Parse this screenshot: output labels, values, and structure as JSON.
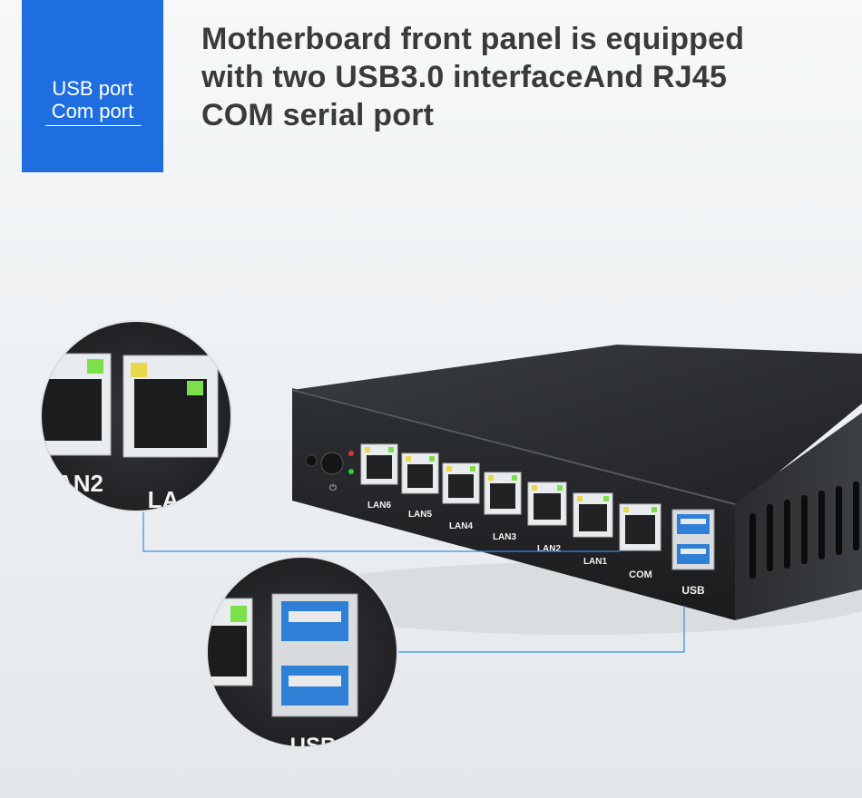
{
  "badge": {
    "line1": "USB port",
    "line2": "Com port",
    "color": "#1f6ee0"
  },
  "headline": {
    "line1": "Motherboard front panel is equipped",
    "line2": "with two USB3.0 interfaceAnd RJ45",
    "line3": "COM serial port"
  },
  "device": {
    "ports": [
      "LAN6",
      "LAN5",
      "LAN4",
      "LAN3",
      "LAN2",
      "LAN1",
      "COM"
    ],
    "usb_label": "USB"
  },
  "zoom_top": {
    "labels": [
      "AN2",
      "LA"
    ]
  },
  "zoom_bottom": {
    "label": "USB"
  },
  "colors": {
    "accent": "#1f6ee0",
    "chassis": "#2a2c2f",
    "usb_blue": "#2e7fd6",
    "led_green": "#7be04a",
    "led_yellow": "#e8d84a"
  }
}
